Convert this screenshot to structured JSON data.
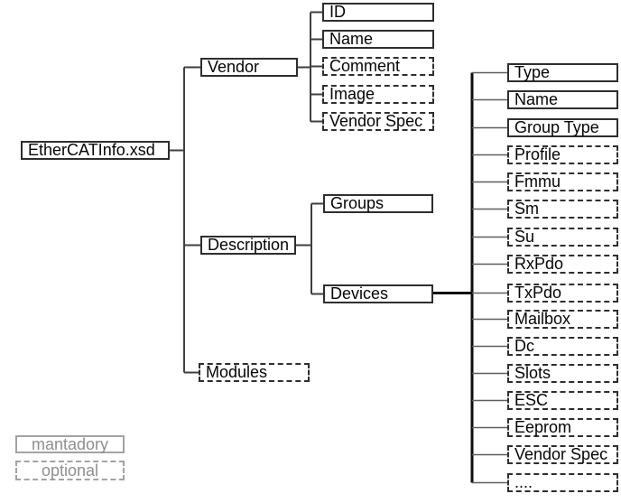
{
  "diagram": {
    "root": {
      "label": "EtherCATInfo.xsd",
      "optional": false
    },
    "vendor": {
      "label": "Vendor",
      "optional": false
    },
    "description": {
      "label": "Description",
      "optional": false
    },
    "modules": {
      "label": "Modules",
      "optional": true
    },
    "groups": {
      "label": "Groups",
      "optional": false
    },
    "devices": {
      "label": "Devices",
      "optional": false
    },
    "vendor_children": [
      {
        "label": "ID",
        "optional": false
      },
      {
        "label": "Name",
        "optional": false
      },
      {
        "label": "Comment",
        "optional": true
      },
      {
        "label": "Image",
        "optional": true
      },
      {
        "label": "Vendor Spec",
        "optional": true
      }
    ],
    "devices_children": [
      {
        "label": "Type",
        "optional": false
      },
      {
        "label": "Name",
        "optional": false
      },
      {
        "label": "Group Type",
        "optional": false
      },
      {
        "label": "Profile",
        "optional": true
      },
      {
        "label": "Fmmu",
        "optional": true
      },
      {
        "label": "Sm",
        "optional": true
      },
      {
        "label": "Su",
        "optional": true
      },
      {
        "label": "RxPdo",
        "optional": true
      },
      {
        "label": "TxPdo",
        "optional": true
      },
      {
        "label": "Mailbox",
        "optional": true
      },
      {
        "label": "Dc",
        "optional": true
      },
      {
        "label": "Slots",
        "optional": true
      },
      {
        "label": "ESC",
        "optional": true
      },
      {
        "label": "Eeprom",
        "optional": true
      },
      {
        "label": "Vendor Spec",
        "optional": true
      },
      {
        "label": "....",
        "optional": true
      }
    ],
    "legend": {
      "mandatory_label": "mantadory",
      "optional_label": "optional"
    },
    "colors": {
      "background": "#ffffff",
      "box_border": "#2e2e2e",
      "text": "#050505",
      "legend_gray": "#a3a3a3",
      "connector": "#3f3f3f",
      "trunk": "#0d0d0d"
    }
  }
}
